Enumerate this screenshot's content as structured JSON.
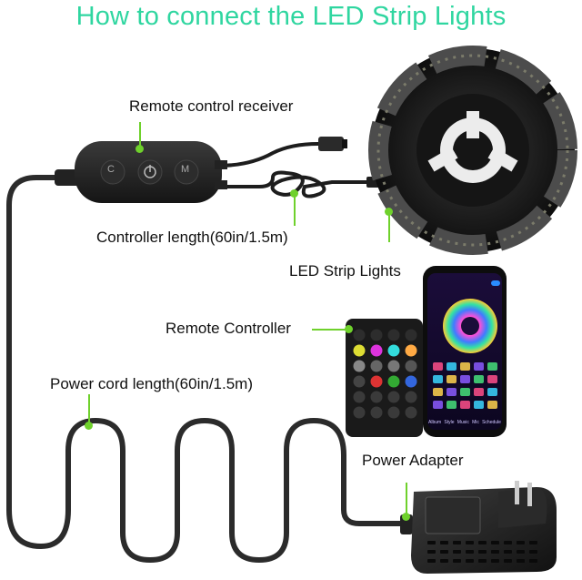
{
  "title": "How to connect the LED Strip Lights",
  "labels": {
    "receiver": "Remote control receiver",
    "controller_length": "Controller length(60in/1.5m)",
    "strip": "LED Strip Lights",
    "remote": "Remote Controller",
    "power_cord": "Power cord length(60in/1.5m)",
    "adapter": "Power Adapter"
  },
  "receiver_buttons": [
    "C",
    "M"
  ],
  "phone": {
    "tabs": [
      "Album",
      "Style",
      "Music",
      "Mic",
      "Schedule"
    ]
  },
  "colors": {
    "title": "#2fd6a0",
    "pointer": "#6fd12c",
    "cable": "#2b2b2b"
  }
}
